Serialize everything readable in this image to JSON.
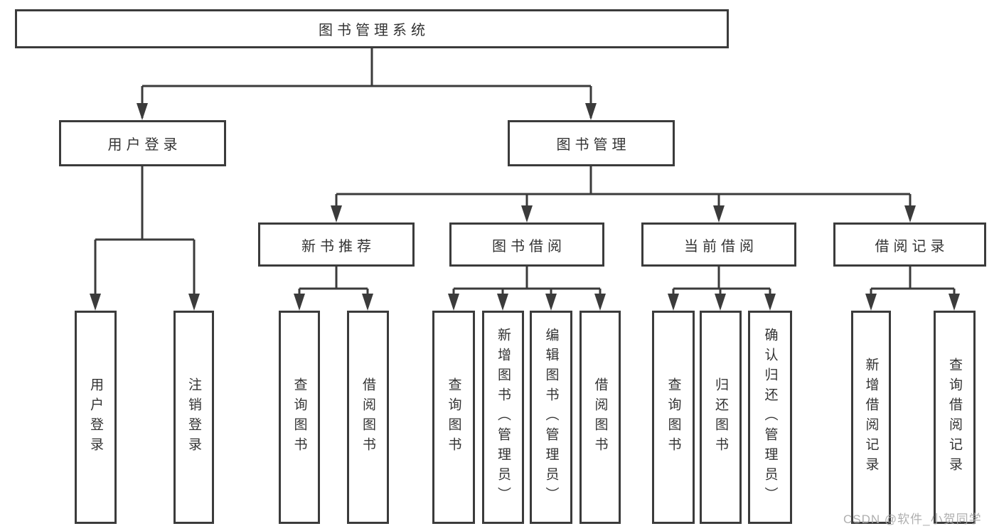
{
  "diagram": {
    "type": "hierarchy-chart",
    "colors": {
      "line": "#3b3b3b",
      "box_border": "#3b3b3b",
      "text": "#333333",
      "watermark": "#a8a8a8",
      "background": "#ffffff"
    },
    "tree": {
      "label": "图书管理系统",
      "children": [
        {
          "label": "用户登录",
          "children": [
            {
              "label": "用户登录"
            },
            {
              "label": "注销登录"
            }
          ]
        },
        {
          "label": "图书管理",
          "children": [
            {
              "label": "新书推荐",
              "children": [
                {
                  "label": "查询图书"
                },
                {
                  "label": "借阅图书"
                }
              ]
            },
            {
              "label": "图书借阅",
              "children": [
                {
                  "label": "查询图书"
                },
                {
                  "label": "新增图书（管理员）"
                },
                {
                  "label": "编辑图书（管理员）"
                },
                {
                  "label": "借阅图书"
                }
              ]
            },
            {
              "label": "当前借阅",
              "children": [
                {
                  "label": "查询图书"
                },
                {
                  "label": "归还图书"
                },
                {
                  "label": "确认归还（管理员）"
                }
              ]
            },
            {
              "label": "借阅记录",
              "children": [
                {
                  "label": "新增借阅记录"
                },
                {
                  "label": "查询借阅记录"
                }
              ]
            }
          ]
        }
      ]
    }
  },
  "watermark": "CSDN @软件_小贺同学"
}
